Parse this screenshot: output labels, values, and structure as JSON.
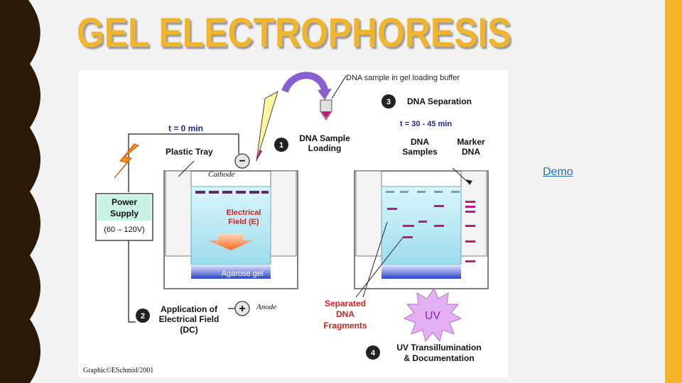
{
  "slide": {
    "title": "GEL ELECTROPHORESIS",
    "demo_link": "Demo",
    "accent_color": "#f1b52d",
    "band_color": "#2b1a08"
  },
  "diagram": {
    "sample_buffer_label": "DNA sample in gel loading buffer",
    "step3_number": "3",
    "step3_label": "DNA Separation",
    "time_start": "t = 0 min",
    "time_end": "t = 30 - 45 min",
    "plastic_tray": "Plastic Tray",
    "step1_number": "1",
    "step1_label_line1": "DNA Sample",
    "step1_label_line2": "Loading",
    "dna_samples_line1": "DNA",
    "dna_samples_line2": "Samples",
    "marker_line1": "Marker",
    "marker_line2": "DNA",
    "cathode": "Cathode",
    "minus_sign": "−",
    "power_supply_line1": "Power",
    "power_supply_line2": "Supply",
    "power_voltage": "(60 – 120V)",
    "field_line1": "Electrical",
    "field_line2": "Field (E)",
    "agarose": "Agarose gel",
    "step2_number": "2",
    "step2_line1": "Application of",
    "step2_line2": "Electrical Field",
    "step2_line3": "(DC)",
    "plus_sign": "+",
    "anode": "Anode",
    "fragments_line1": "Separated",
    "fragments_line2": "DNA",
    "fragments_line3": "Fragments",
    "uv_label": "UV",
    "step4_number": "4",
    "step4_line1": "UV Transillumination",
    "step4_line2": "& Documentation",
    "credit": "Graphic©ESchmid/2001",
    "colors": {
      "band": "#5a2a6a",
      "gel": "#c9f0f8",
      "agarose_bar": "#2b45c8",
      "field_text": "#cc2222",
      "arrow": "#ff7a33",
      "uv_burst": "#d9a0f0"
    }
  }
}
